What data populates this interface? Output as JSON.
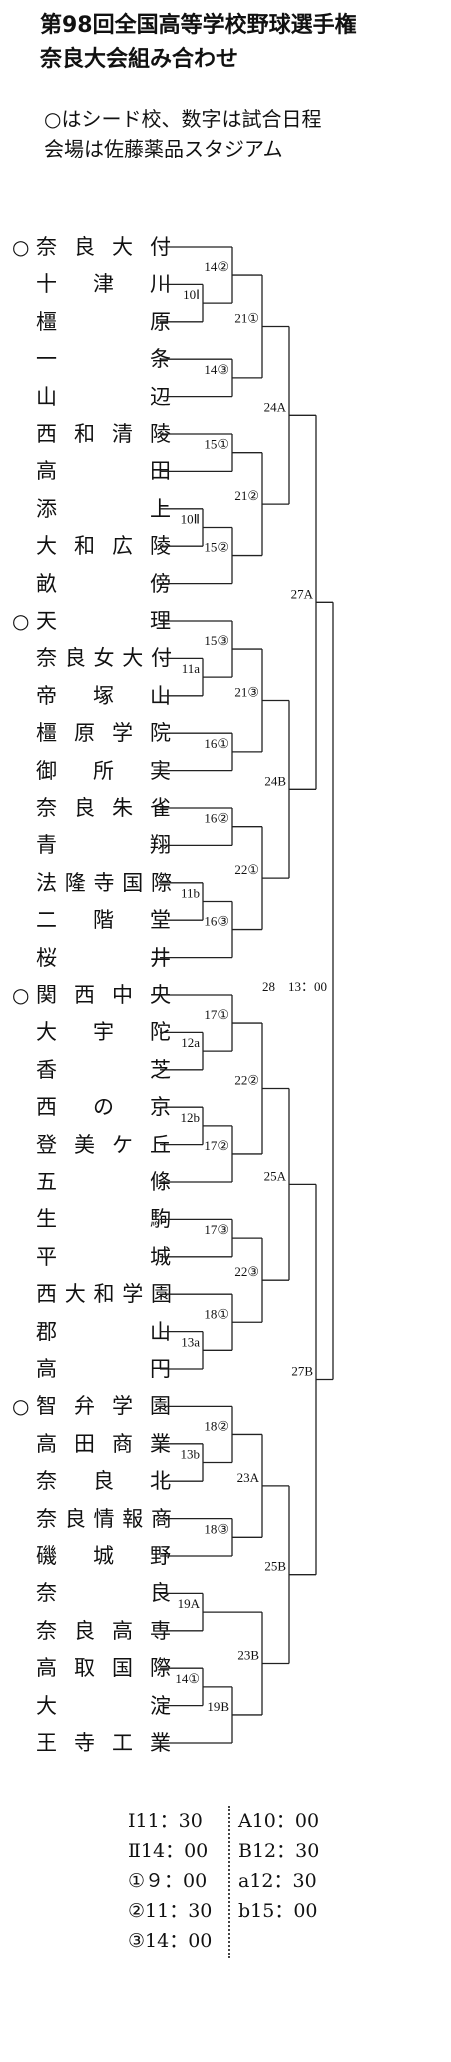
{
  "header": {
    "title_line1": "第98回全国高等学校野球選手権",
    "title_line2": "奈良大会組み合わせ",
    "note_line1": "○はシード校、数字は試合日程",
    "note_line2": "会場は佐藤薬品スタジアム"
  },
  "teams": [
    {
      "seed": "○",
      "name": "奈良大付"
    },
    {
      "seed": "",
      "name": "十津川"
    },
    {
      "seed": "",
      "name": "橿原"
    },
    {
      "seed": "",
      "name": "一条"
    },
    {
      "seed": "",
      "name": "山辺"
    },
    {
      "seed": "",
      "name": "西和清陵"
    },
    {
      "seed": "",
      "name": "高田"
    },
    {
      "seed": "",
      "name": "添上"
    },
    {
      "seed": "",
      "name": "大和広陵"
    },
    {
      "seed": "",
      "name": "畝傍"
    },
    {
      "seed": "○",
      "name": "天理"
    },
    {
      "seed": "",
      "name": "奈良女大付"
    },
    {
      "seed": "",
      "name": "帝塚山"
    },
    {
      "seed": "",
      "name": "橿原学院"
    },
    {
      "seed": "",
      "name": "御所実"
    },
    {
      "seed": "",
      "name": "奈良朱雀"
    },
    {
      "seed": "",
      "name": "青翔"
    },
    {
      "seed": "",
      "name": "法隆寺国際"
    },
    {
      "seed": "",
      "name": "二階堂"
    },
    {
      "seed": "",
      "name": "桜井"
    },
    {
      "seed": "○",
      "name": "関西中央"
    },
    {
      "seed": "",
      "name": "大宇陀"
    },
    {
      "seed": "",
      "name": "香芝"
    },
    {
      "seed": "",
      "name": "西の京"
    },
    {
      "seed": "",
      "name": "登美ケ丘"
    },
    {
      "seed": "",
      "name": "五條"
    },
    {
      "seed": "",
      "name": "生駒"
    },
    {
      "seed": "",
      "name": "平城"
    },
    {
      "seed": "",
      "name": "西大和学園"
    },
    {
      "seed": "",
      "name": "郡山"
    },
    {
      "seed": "",
      "name": "高円"
    },
    {
      "seed": "○",
      "name": "智弁学園"
    },
    {
      "seed": "",
      "name": "高田商業"
    },
    {
      "seed": "",
      "name": "奈良北"
    },
    {
      "seed": "",
      "name": "奈良情報商"
    },
    {
      "seed": "",
      "name": "磯城野"
    },
    {
      "seed": "",
      "name": "奈良"
    },
    {
      "seed": "",
      "name": "奈良高専"
    },
    {
      "seed": "",
      "name": "高取国際"
    },
    {
      "seed": "",
      "name": "大淀"
    },
    {
      "seed": "",
      "name": "王寺工業"
    }
  ],
  "games": {
    "g10I": "10Ⅰ",
    "g14_2": "14②",
    "g14_3": "14③",
    "g21_1": "21①",
    "g15_1": "15①",
    "g10II": "10Ⅱ",
    "g15_2": "15②",
    "g21_2": "21②",
    "g24A": "24A",
    "g27A": "27A",
    "g11a": "11a",
    "g15_3": "15③",
    "g16_1": "16①",
    "g21_3": "21③",
    "g16_2": "16②",
    "g11b": "11b",
    "g16_3": "16③",
    "g22_1": "22①",
    "g24B": "24B",
    "g28": "28　13：00",
    "g17_1": "17①",
    "g12a": "12a",
    "g12b": "12b",
    "g17_2": "17②",
    "g22_2": "22②",
    "g17_3": "17③",
    "g13a": "13a",
    "g18_1": "18①",
    "g22_3": "22③",
    "g25A": "25A",
    "g27B": "27B",
    "g18_2": "18②",
    "g13b": "13b",
    "g18_3": "18③",
    "g23A": "23A",
    "g19A": "19A",
    "g14_1": "14①",
    "g19B": "19B",
    "g23B": "23B",
    "g25B": "25B"
  },
  "legend": {
    "left": [
      "Ⅰ11：30",
      "Ⅱ14：00",
      "①９：00",
      "②11：30",
      "③14：00"
    ],
    "right": [
      "A10：00",
      "B12：30",
      "a12：30",
      "b15：00"
    ]
  }
}
